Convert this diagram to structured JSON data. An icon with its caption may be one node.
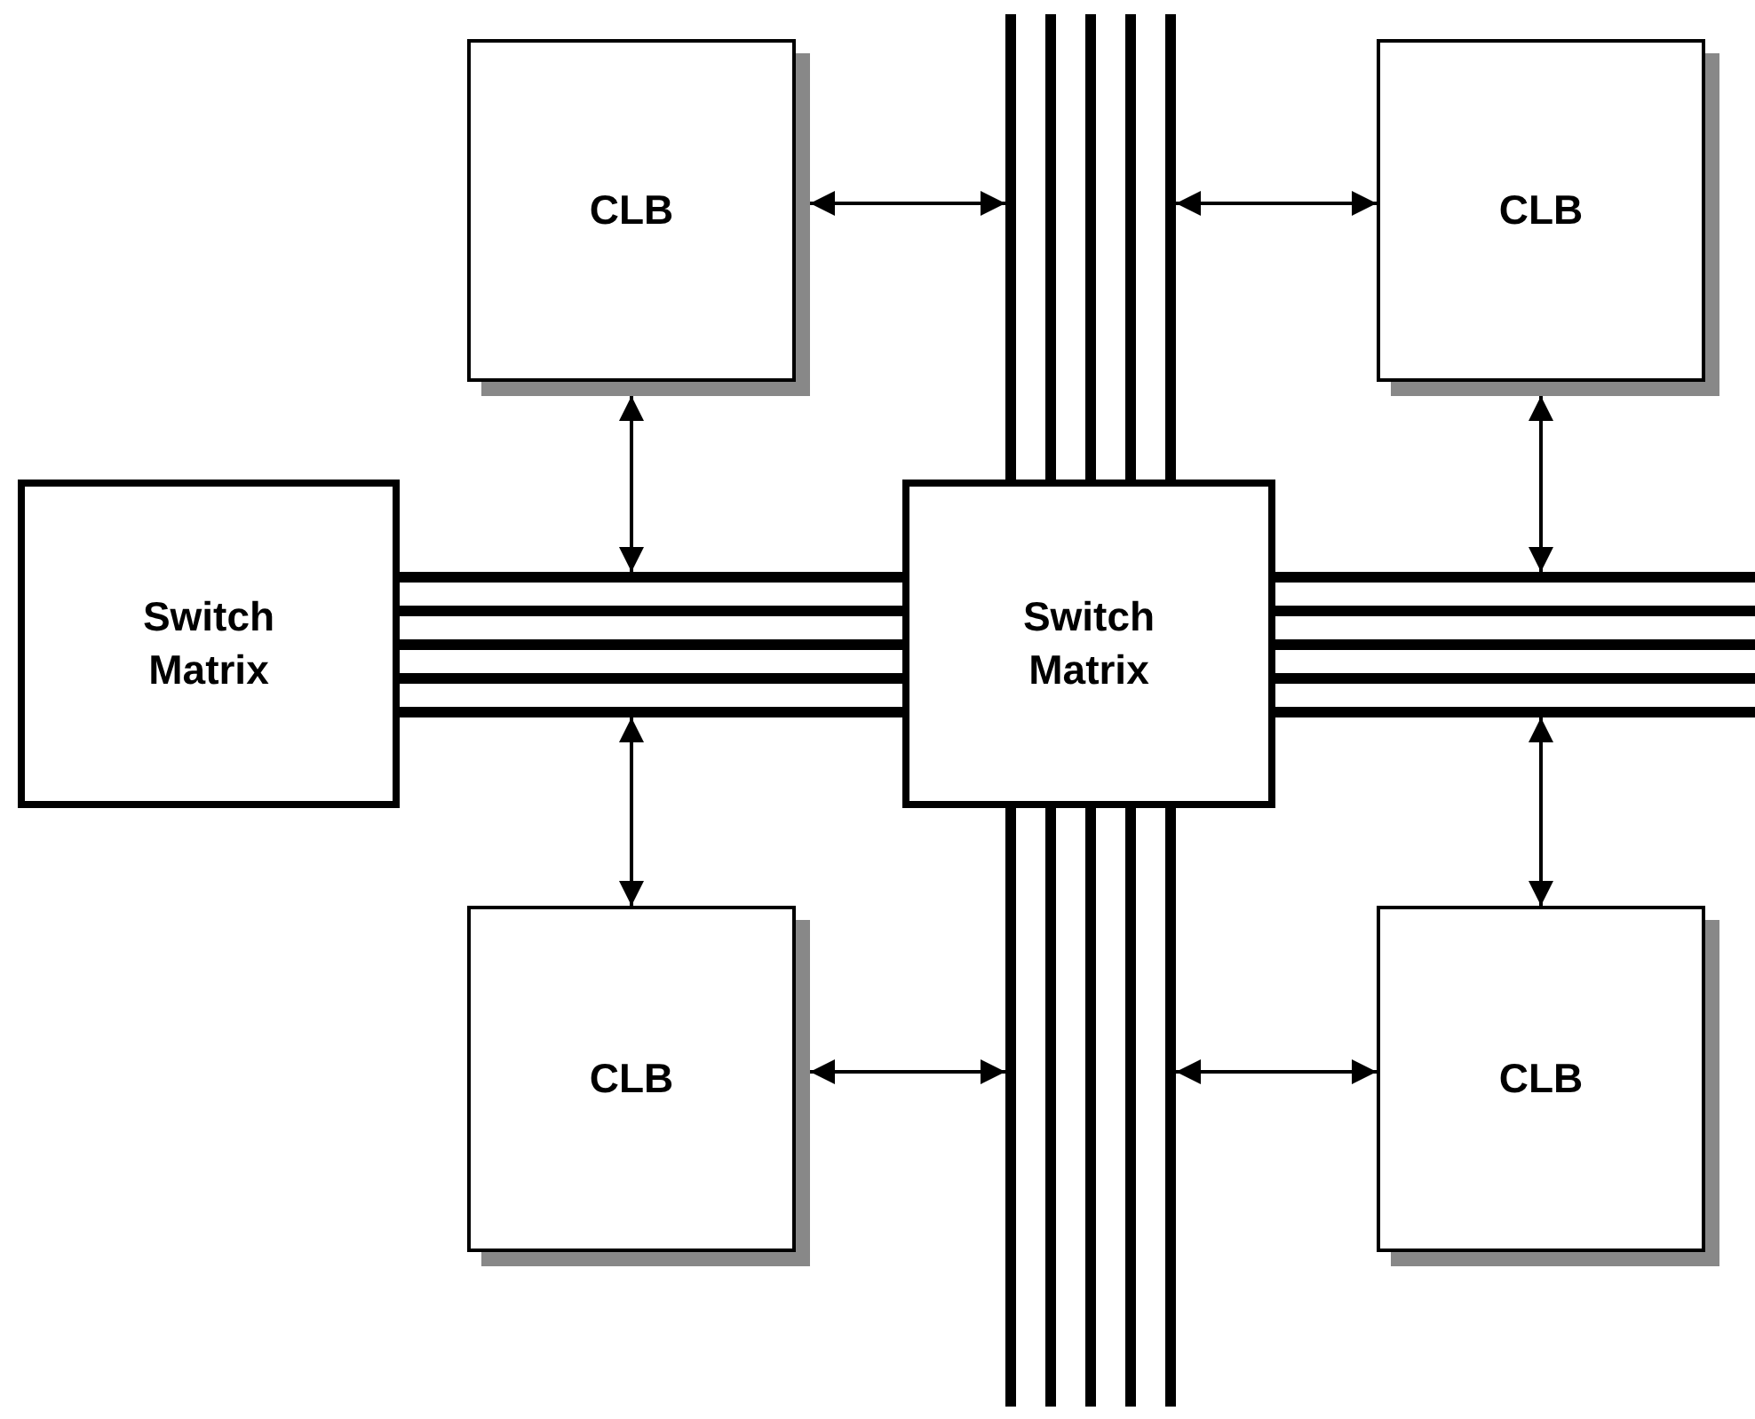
{
  "diagram": {
    "nodes": [
      {
        "text": [
          "CLB"
        ]
      },
      {
        "text": [
          "CLB"
        ]
      },
      {
        "text": [
          "Switch Matrix"
        ]
      },
      {
        "text": [
          "Switch Matrix"
        ]
      },
      {
        "text": [
          "CLB"
        ]
      },
      {
        "text": [
          "CLB"
        ]
      },
      {
        "text": [],
        "shape": "bar"
      },
      {
        "text": [],
        "shape": "bar"
      },
      {
        "text": [],
        "shape": "bar"
      },
      {
        "text": [],
        "shape": "bar"
      }
    ],
    "edges": [
      {
        "from": 0,
        "to": 6,
        "arrow": "both"
      },
      {
        "from": 6,
        "to": 1,
        "arrow": "both"
      },
      {
        "from": 0,
        "to": 7,
        "arrow": "both"
      },
      {
        "from": 1,
        "to": 8,
        "arrow": "both"
      },
      {
        "from": 7,
        "to": 4,
        "arrow": "both"
      },
      {
        "from": 8,
        "to": 5,
        "arrow": "both"
      },
      {
        "from": 4,
        "to": 9,
        "arrow": "both"
      },
      {
        "from": 9,
        "to": 5,
        "arrow": "both"
      }
    ]
  }
}
